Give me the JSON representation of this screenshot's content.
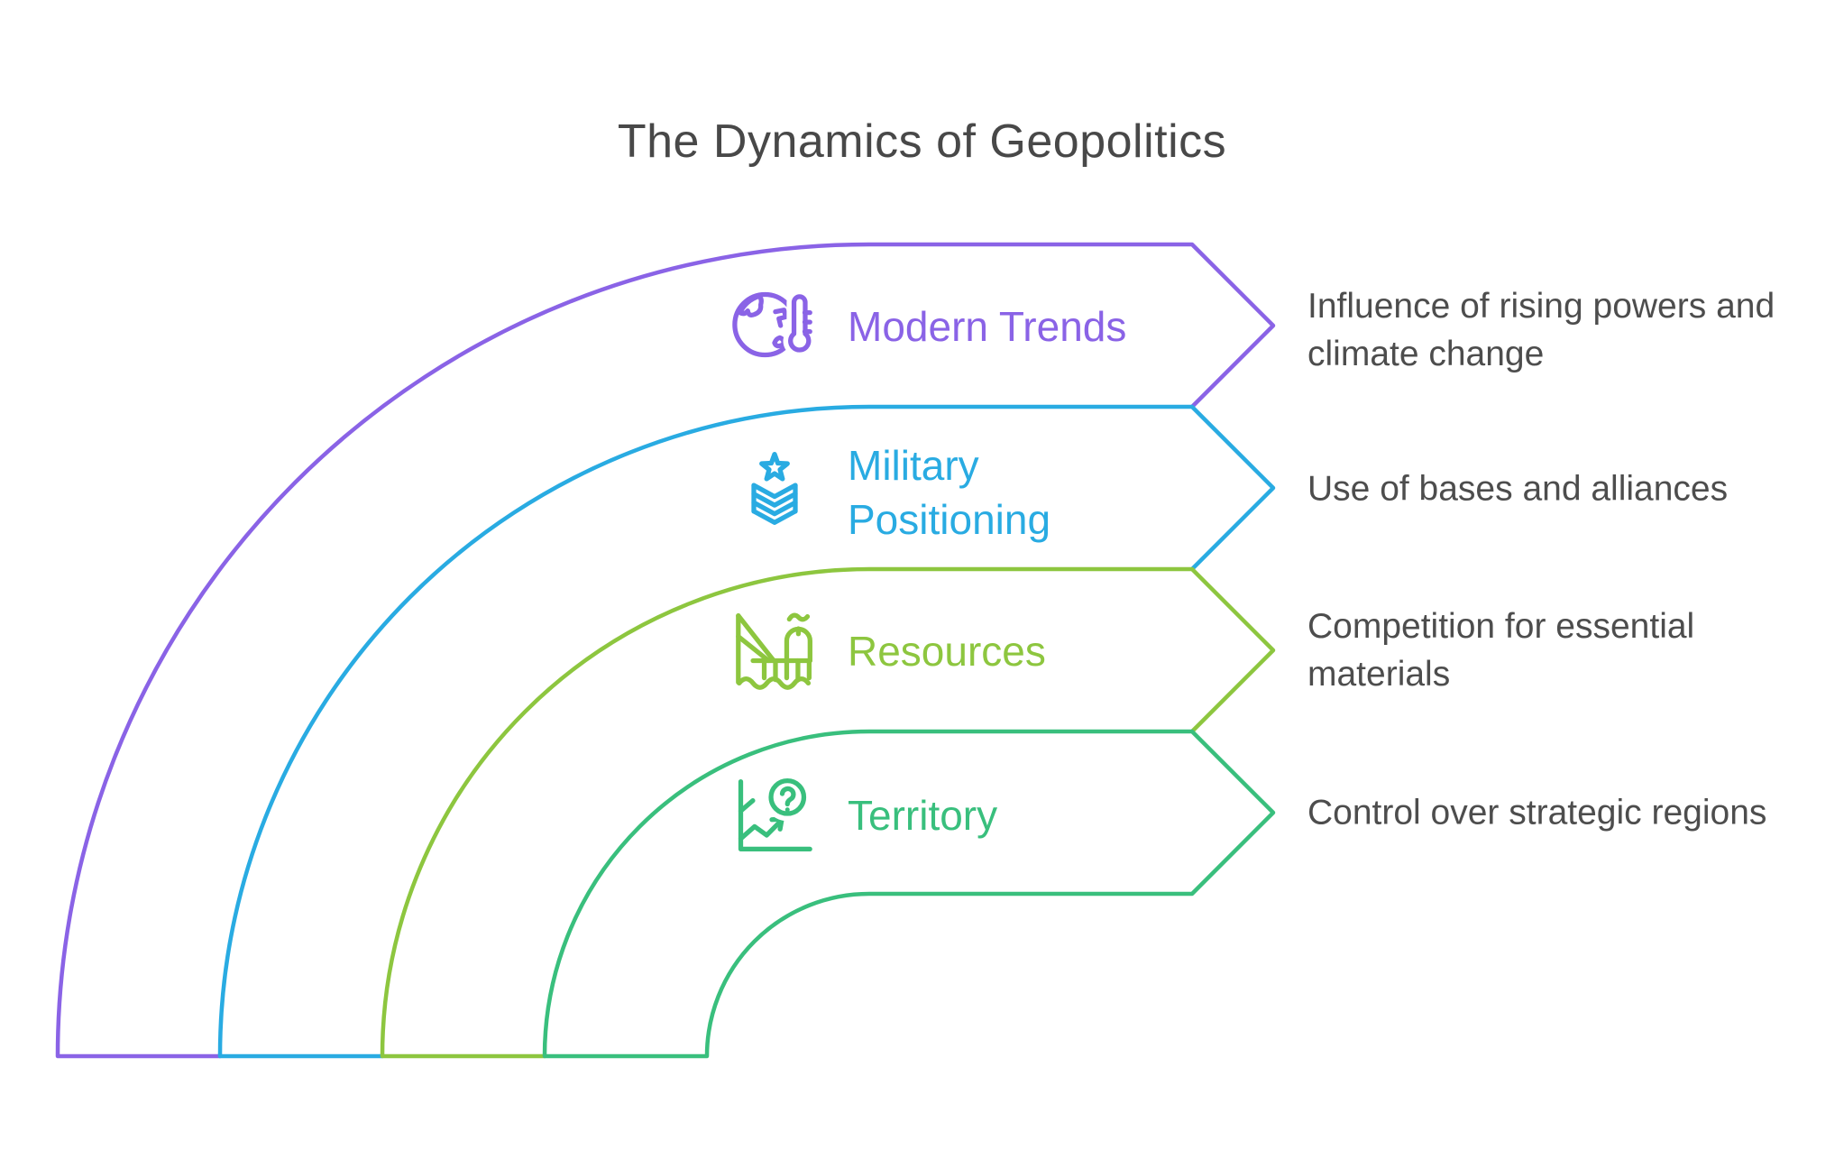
{
  "title": "The Dynamics of Geopolitics",
  "bands": [
    {
      "label": "Modern Trends",
      "description": "Influence of rising powers and climate change",
      "icon": "globe-thermometer-icon",
      "color": "#8A63E6"
    },
    {
      "label": "Military Positioning",
      "description": "Use of bases and alliances",
      "icon": "military-rank-icon",
      "color": "#29ABE2"
    },
    {
      "label": "Resources",
      "description": "Competition for essential materials",
      "icon": "offshore-oil-rig-icon",
      "color": "#8DC63F"
    },
    {
      "label": "Territory",
      "description": "Control over strategic regions",
      "icon": "chart-question-icon",
      "color": "#39BF7D"
    }
  ],
  "colors": {
    "band_purple": "#8A63E6",
    "band_blue": "#29ABE2",
    "band_olive": "#8DC63F",
    "band_emerald": "#39BF7D",
    "title_text": "#484848",
    "description_text": "#4D4D4D",
    "background": "#FFFFFF"
  }
}
